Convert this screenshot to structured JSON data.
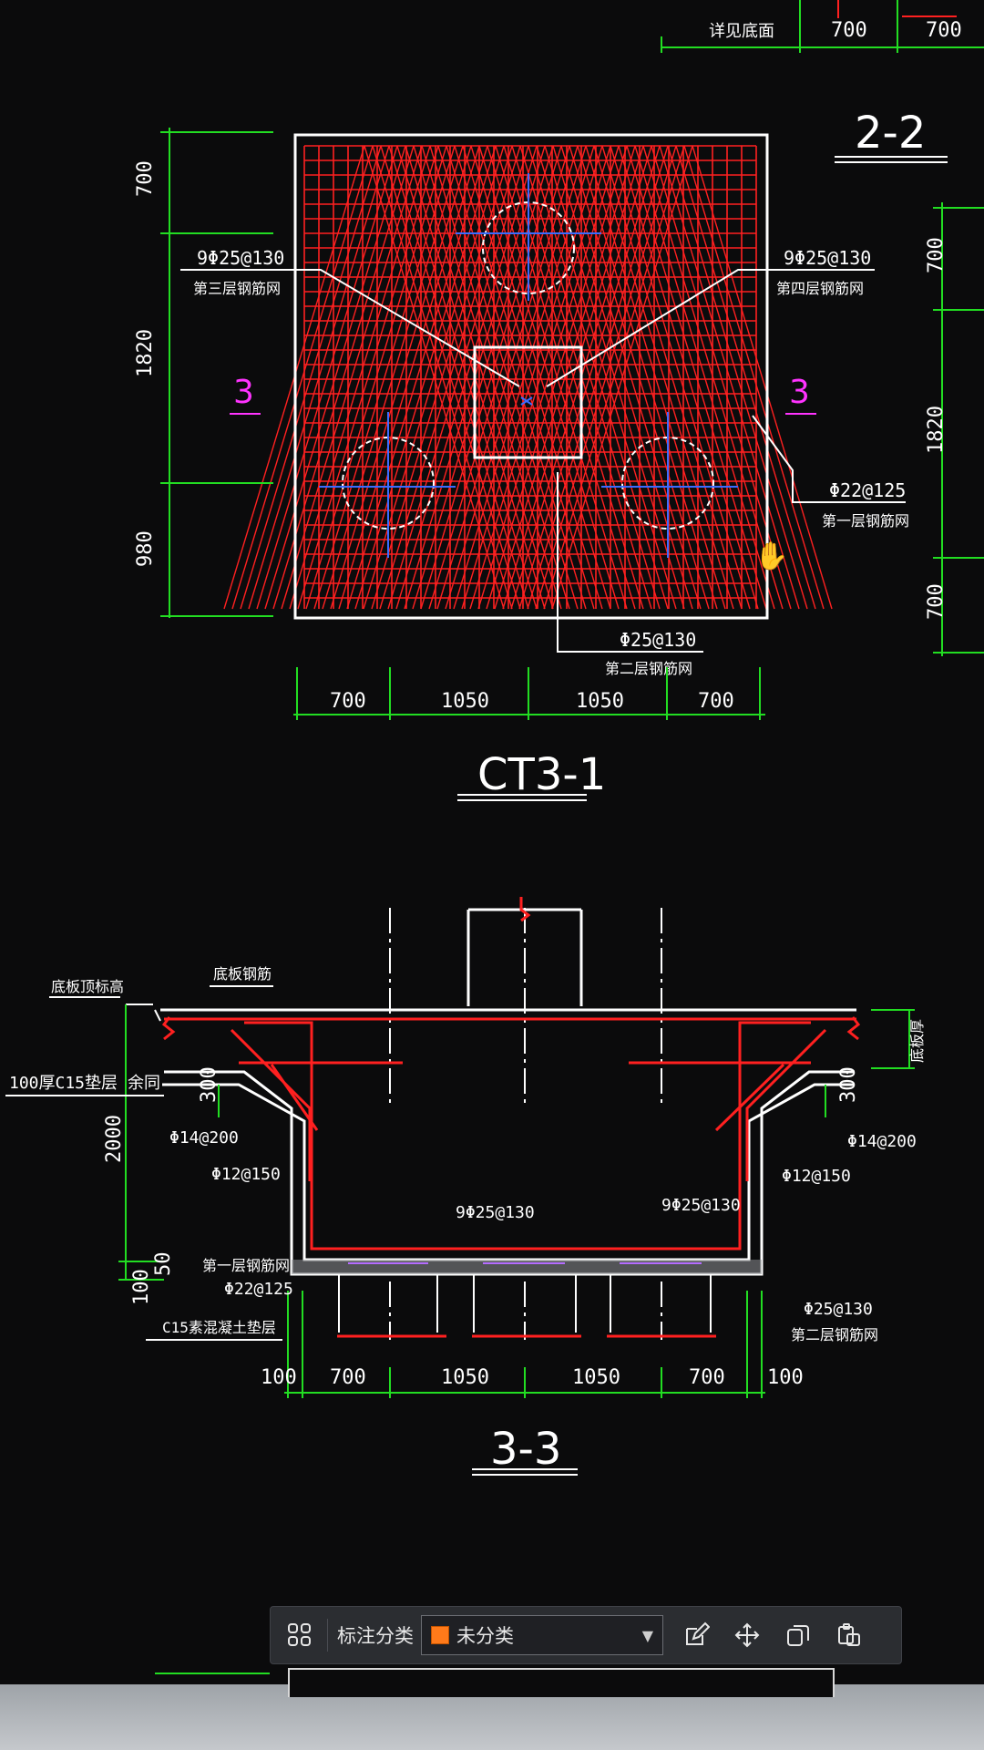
{
  "drawing": {
    "top_dims": [
      "700",
      "700"
    ],
    "top_label": "详见底面",
    "plan": {
      "section_mark": "2-2",
      "title": "CT3-1",
      "left_dims": [
        "700",
        "1820",
        "980"
      ],
      "right_dims": [
        "700",
        "1820",
        "700"
      ],
      "bottom_dims": [
        "700",
        "1050",
        "1050",
        "700"
      ],
      "section_cut_left": "3",
      "section_cut_right": "3",
      "notes": {
        "left_rebar": "9Φ25@130",
        "left_layer": "第三层钢筋网",
        "right_rebar": "9Φ25@130",
        "right_layer": "第四层钢筋网",
        "side_rebar": "Φ22@125",
        "side_layer": "第一层钢筋网",
        "bottom_rebar": "Φ25@130",
        "bottom_layer": "第二层钢筋网"
      }
    },
    "section": {
      "title": "3-3",
      "labels": {
        "base_level": "底板顶标高",
        "base_rebar": "底板钢筋",
        "cushion": "100厚C15垫层",
        "remark": "余同",
        "phi14_left": "Φ14@200",
        "phi14_right": "Φ14@200",
        "phi12_left": "Φ12@150",
        "phi12_right": "Φ12@150",
        "rebar_left": "9Φ25@130",
        "rebar_right": "9Φ25@130",
        "layer1": "第一层钢筋网",
        "phi22": "Φ22@125",
        "c15": "C15素混凝土垫层",
        "phi25": "Φ25@130",
        "layer2": "第二层钢筋网",
        "thickness": "底板厚",
        "dim300_left": "300",
        "dim300_right": "300",
        "dim2000": "2000",
        "dim50": "50",
        "dim100": "100"
      },
      "bottom_dims": [
        "100",
        "700",
        "1050",
        "1050",
        "700",
        "100"
      ]
    }
  },
  "toolbar": {
    "label": "标注分类",
    "selected": "未分类",
    "swatch_color": "#ff7a1a",
    "icons": [
      "apps-icon",
      "edit-icon",
      "move-icon",
      "copy-icon",
      "paste-icon"
    ]
  },
  "colors": {
    "rebar": "#ff2020",
    "outline": "#ffffff",
    "dimension": "#22dd22",
    "axis": "#3a6cff",
    "section_mark": "#ff33ff"
  }
}
